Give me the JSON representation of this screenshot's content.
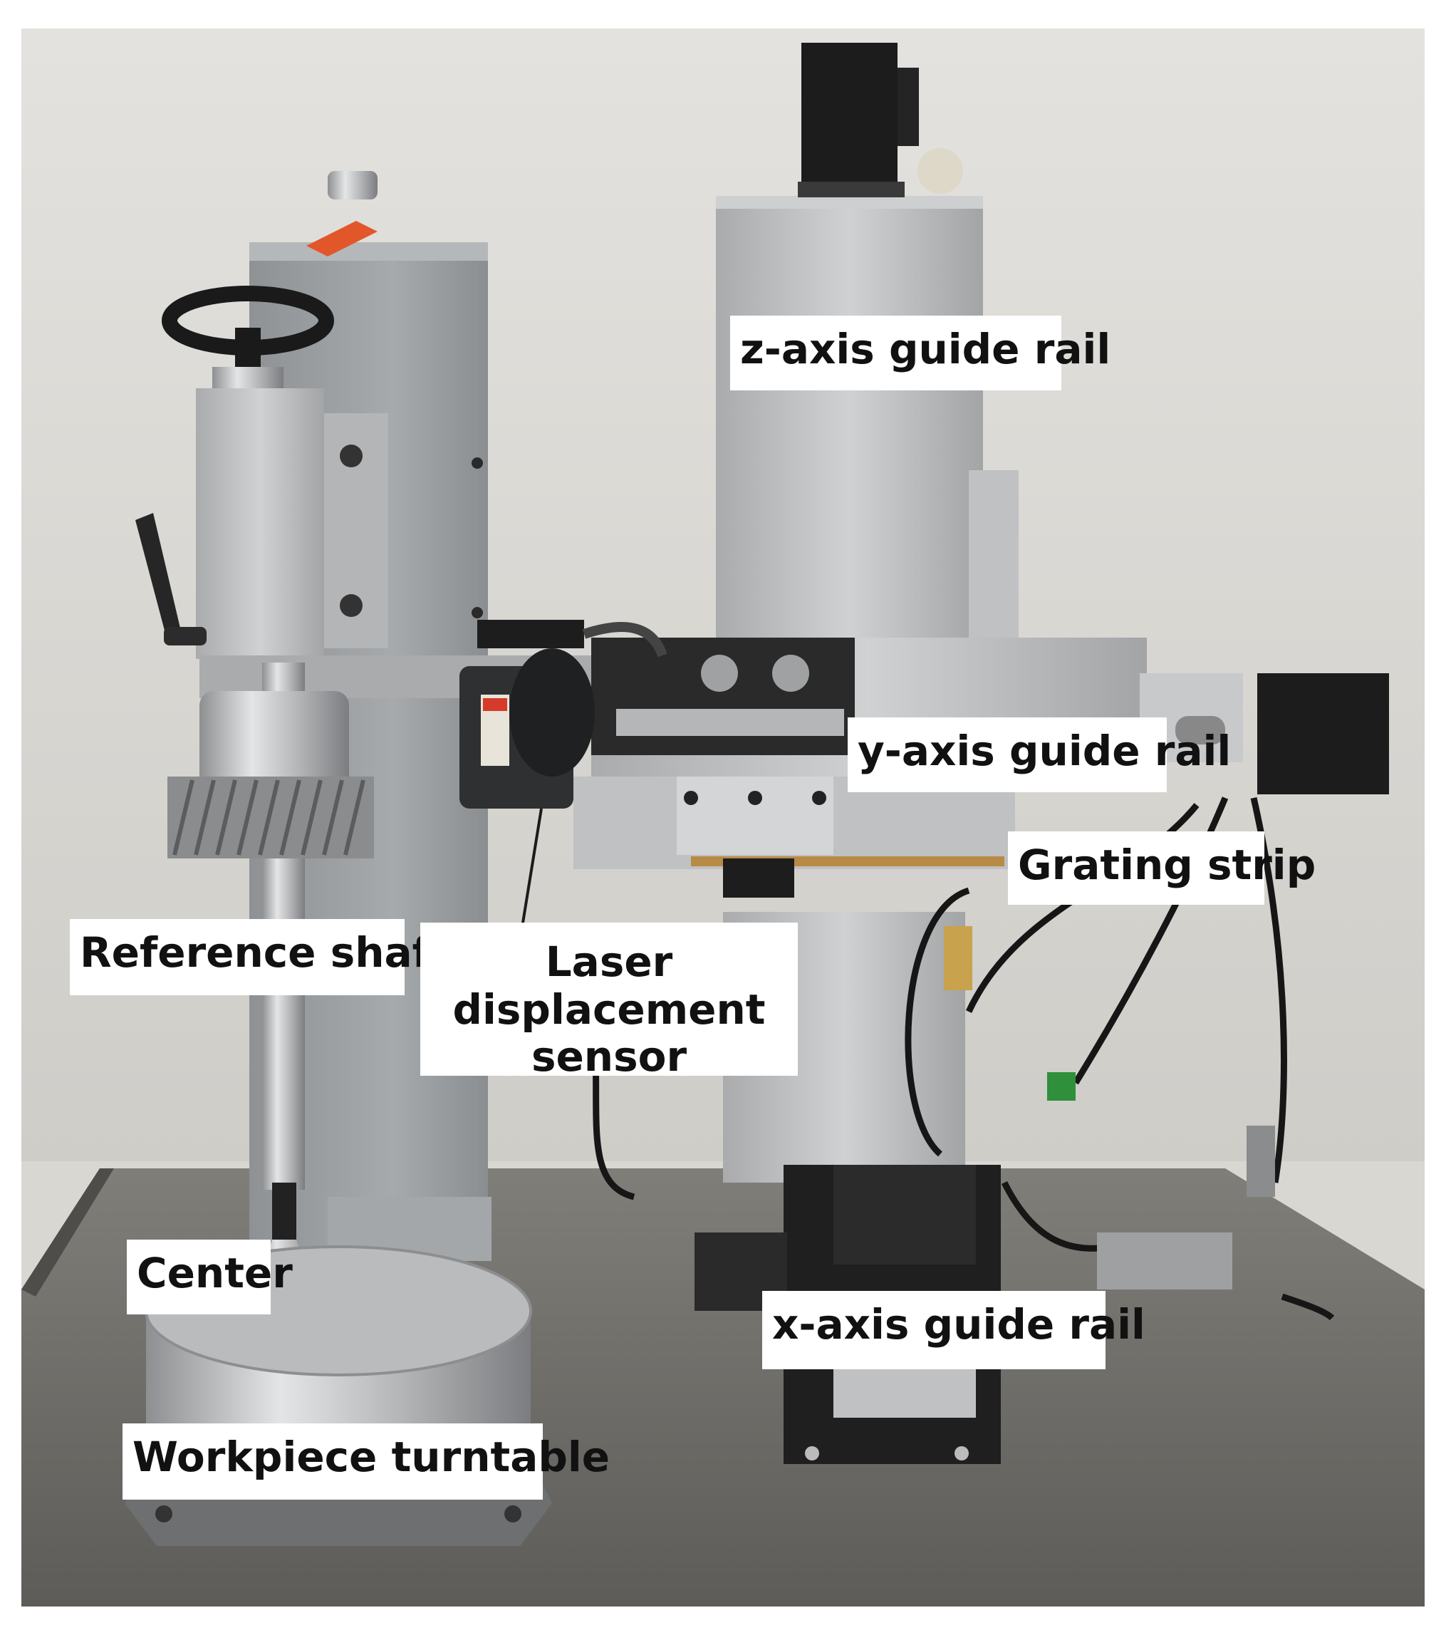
{
  "photo": {
    "description_icon": "photo-icon",
    "colors": {
      "wall": "#dedcd7",
      "table": "#6f6d69",
      "aluminum": "#b9bbbc",
      "gray_column": "#9ea2a3",
      "black": "#1b1b1c",
      "laser_red": "#d63a2a"
    }
  },
  "labels": {
    "z_axis": "z-axis guide rail",
    "y_axis": "y-axis guide rail",
    "grating": "Grating strip",
    "reference_shaft": "Reference shaft",
    "laser_sensor": "Laser displacement sensor",
    "center": "Center",
    "x_axis": "x-axis guide rail",
    "turntable": "Workpiece turntable"
  }
}
